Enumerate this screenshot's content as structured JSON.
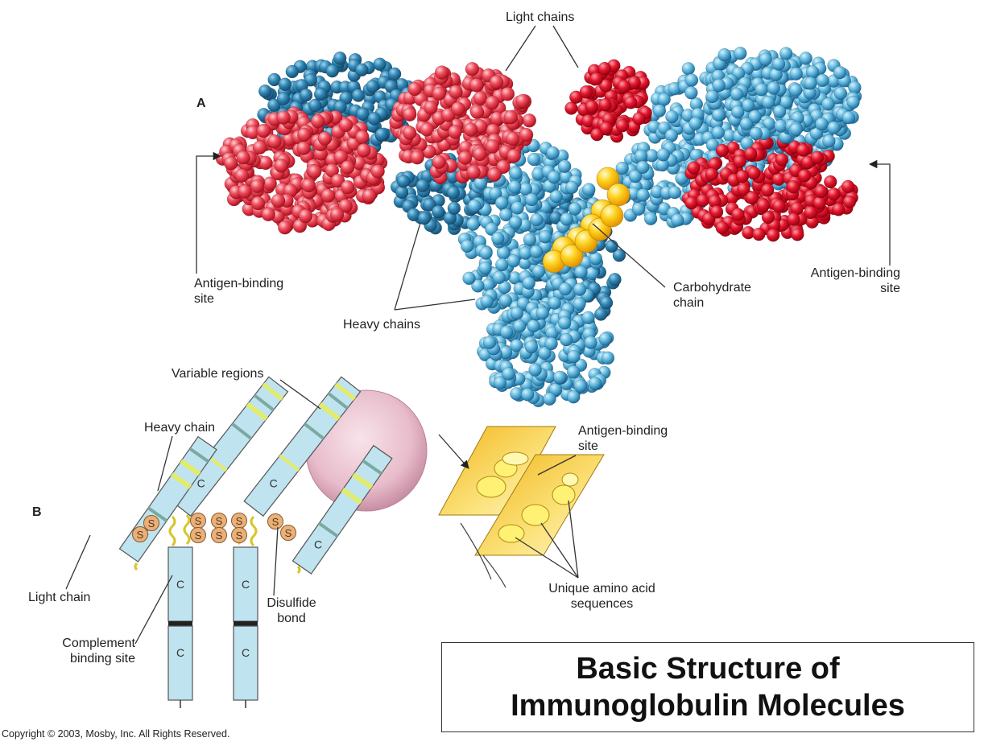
{
  "panels": {
    "a": "A",
    "b": "B"
  },
  "labels_a": {
    "light_chains": "Light chains",
    "antigen_binding_left_1": "Antigen-binding",
    "antigen_binding_left_2": "site",
    "antigen_binding_right_1": "Antigen-binding",
    "antigen_binding_right_2": "site",
    "heavy_chains": "Heavy chains",
    "carbohydrate_1": "Carbohydrate",
    "carbohydrate_2": "chain"
  },
  "labels_b": {
    "variable_regions": "Variable regions",
    "heavy_chain": "Heavy chain",
    "light_chain": "Light chain",
    "complement_1": "Complement",
    "complement_2": "binding site",
    "disulfide_1": "Disulfide",
    "disulfide_2": "bond",
    "antigen_binding_1": "Antigen-binding",
    "antigen_binding_2": "site",
    "unique_1": "Unique amino acid",
    "unique_2": "sequences",
    "domain_letter": "C",
    "sulfur_letter": "S"
  },
  "title": {
    "line1": "Basic Structure of",
    "line2": "Immunoglobulin Molecules"
  },
  "copyright": "Copyright © 2003, Mosby, Inc. All Rights Reserved.",
  "colors": {
    "heavy_dark": "#2a7fae",
    "heavy_light": "#5ab3d9",
    "light_red": "#e8233a",
    "light_pink": "#f0606e",
    "carbohydrate": "#ffd21f",
    "domain_fill": "#bfe3ef",
    "variable_band": "#e3ec6a",
    "sulfur": "#e9b079",
    "lens": "#ecc7d4",
    "site": "#f5c631"
  }
}
